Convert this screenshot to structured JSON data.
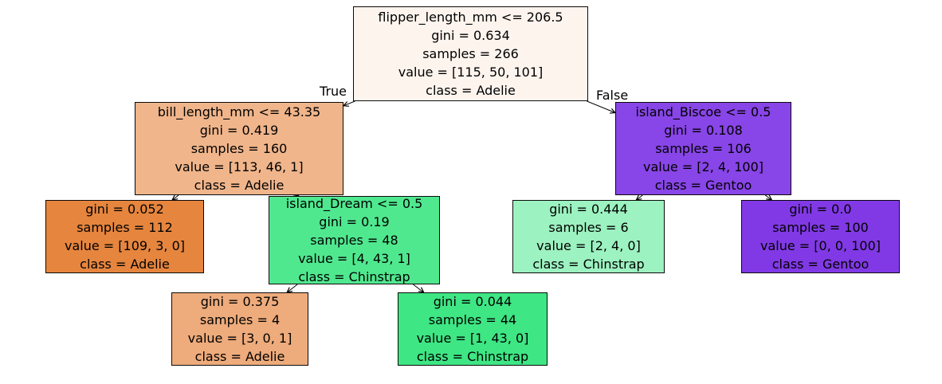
{
  "figure": {
    "background": "#ffffff",
    "text_color": "#000000"
  },
  "tree": {
    "nodes": [
      {
        "id": "root",
        "fill": "#fdf4ee",
        "lines": {
          "condition": "flipper_length_mm <= 206.5",
          "gini": "gini = 0.634",
          "samples": "samples = 266",
          "value": "value = [115, 50, 101]",
          "class": "class = Adelie"
        }
      },
      {
        "id": "bill",
        "fill": "#f0b58b",
        "lines": {
          "condition": "bill_length_mm <= 43.35",
          "gini": "gini = 0.419",
          "samples": "samples = 160",
          "value": "value = [113, 46, 1]",
          "class": "class = Adelie"
        }
      },
      {
        "id": "biscoe",
        "fill": "#8845e7",
        "lines": {
          "condition": "island_Biscoe <= 0.5",
          "gini": "gini = 0.108",
          "samples": "samples = 106",
          "value": "value = [2, 4, 100]",
          "class": "class = Gentoo"
        }
      },
      {
        "id": "leaf0052",
        "fill": "#e6853e",
        "lines": {
          "gini": "gini = 0.052",
          "samples": "samples = 112",
          "value": "value = [109, 3, 0]",
          "class": "class = Adelie"
        }
      },
      {
        "id": "dream",
        "fill": "#50e88f",
        "lines": {
          "condition": "island_Dream <= 0.5",
          "gini": "gini = 0.19",
          "samples": "samples = 48",
          "value": "value = [4, 43, 1]",
          "class": "class = Chinstrap"
        }
      },
      {
        "id": "leaf0444",
        "fill": "#9cf2c0",
        "lines": {
          "gini": "gini = 0.444",
          "samples": "samples = 6",
          "value": "value = [2, 4, 0]",
          "class": "class = Chinstrap"
        }
      },
      {
        "id": "leaf00",
        "fill": "#8139e5",
        "lines": {
          "gini": "gini = 0.0",
          "samples": "samples = 100",
          "value": "value = [0, 0, 100]",
          "class": "class = Gentoo"
        }
      },
      {
        "id": "leaf0375",
        "fill": "#eeab7b",
        "lines": {
          "gini": "gini = 0.375",
          "samples": "samples = 4",
          "value": "value = [3, 0, 1]",
          "class": "class = Adelie"
        }
      },
      {
        "id": "leaf0044",
        "fill": "#3ee684",
        "lines": {
          "gini": "gini = 0.044",
          "samples": "samples = 44",
          "value": "value = [1, 43, 0]",
          "class": "class = Chinstrap"
        }
      }
    ],
    "edges": [
      {
        "from": "root",
        "to": "bill",
        "label": "True"
      },
      {
        "from": "root",
        "to": "biscoe",
        "label": "False"
      },
      {
        "from": "bill",
        "to": "leaf0052"
      },
      {
        "from": "bill",
        "to": "dream"
      },
      {
        "from": "dream",
        "to": "leaf0375"
      },
      {
        "from": "dream",
        "to": "leaf0044"
      },
      {
        "from": "biscoe",
        "to": "leaf0444"
      },
      {
        "from": "biscoe",
        "to": "leaf00"
      }
    ],
    "edge_color": "#000000"
  }
}
